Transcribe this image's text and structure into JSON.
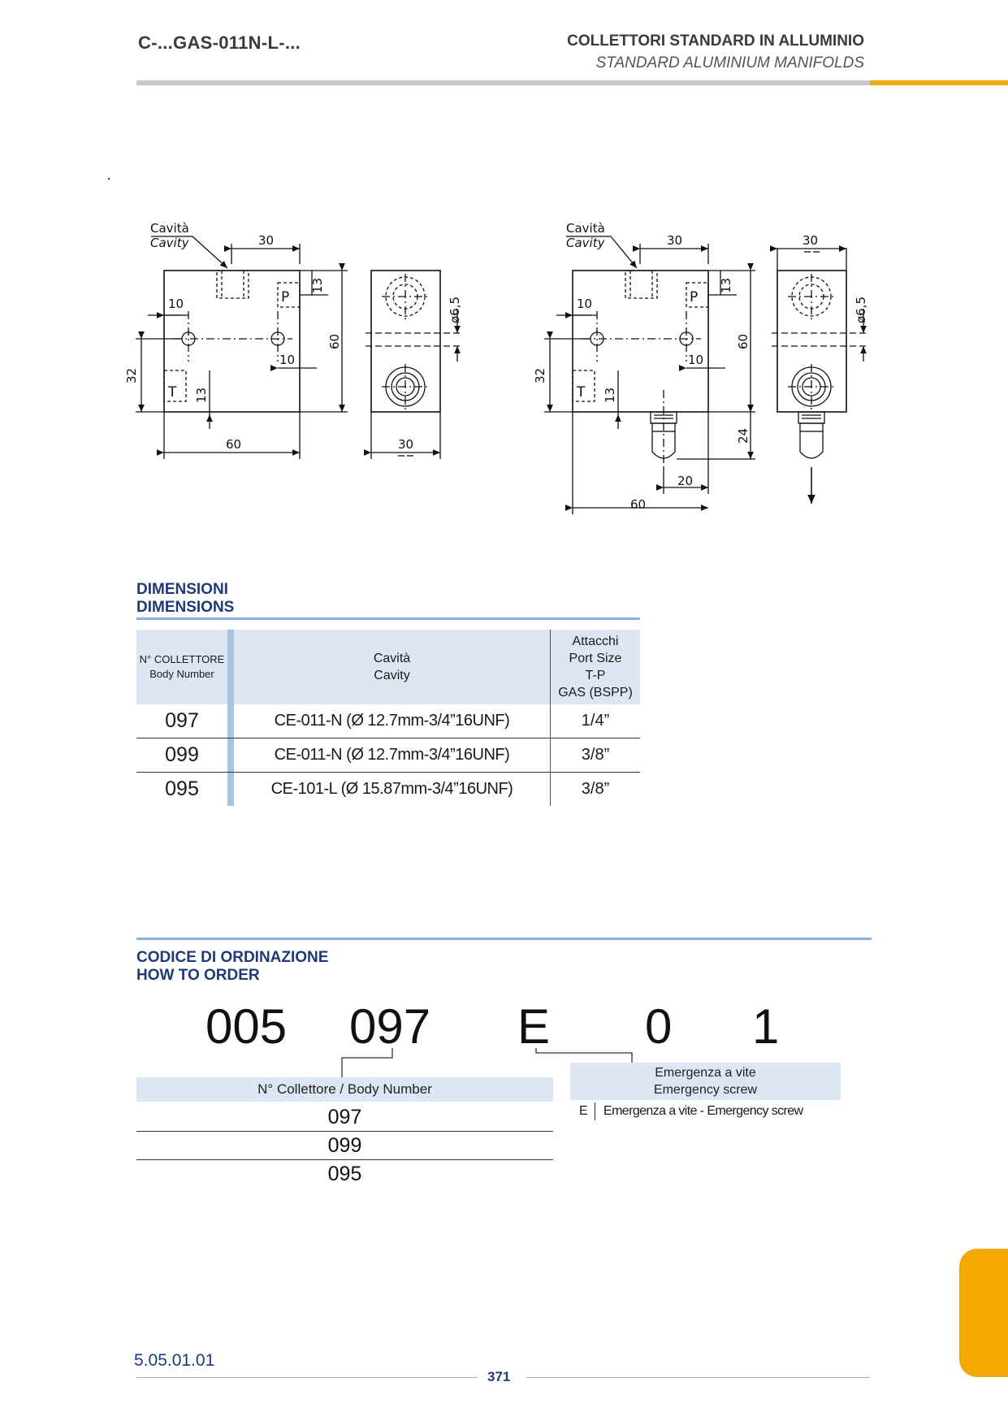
{
  "header": {
    "code": "C-...GAS-011N-L-...",
    "title_it": "COLLETTORI STANDARD IN ALLUMINIO",
    "title_en": "STANDARD ALUMINIUM MANIFOLDS"
  },
  "drawing": {
    "cavity_it": "Cavità",
    "cavity_en": "Cavity",
    "port_p": "P",
    "port_t": "T",
    "dims": {
      "d30": "30",
      "d13": "13",
      "d10": "10",
      "d60": "60",
      "d32": "32",
      "d65": "ø6,5",
      "d24": "24",
      "d20": "20"
    }
  },
  "dimensions": {
    "title_it": "DIMENSIONI",
    "title_en": "DIMENSIONS",
    "col1": {
      "it": "N° COLLETTORE",
      "en": "Body Number"
    },
    "col2": {
      "it": "Cavità",
      "en": "Cavity"
    },
    "col3": {
      "l1": "Attacchi",
      "l2": "Port Size",
      "l3": "T-P",
      "l4": "GAS (BSPP)"
    },
    "rows": [
      {
        "num": "097",
        "cavity": "CE-011-N (Ø 12.7mm-3/4”16UNF)",
        "port": "1/4”"
      },
      {
        "num": "099",
        "cavity": "CE-011-N (Ø 12.7mm-3/4”16UNF)",
        "port": "3/8”"
      },
      {
        "num": "095",
        "cavity": "CE-101-L (Ø 15.87mm-3/4”16UNF)",
        "port": "3/8”"
      }
    ]
  },
  "order": {
    "title_it": "CODICE DI ORDINAZIONE",
    "title_en": "HOW TO ORDER",
    "code_parts": [
      "005",
      "097",
      "E",
      "0",
      "1"
    ],
    "body_header": "N° Collettore / Body Number",
    "body_rows": [
      "097",
      "099",
      "095"
    ],
    "emerg_header_it": "Emergenza a vite",
    "emerg_header_en": "Emergency screw",
    "emerg_code": "E",
    "emerg_desc": "Emergenza a vite - Emergency screw"
  },
  "footer": {
    "code": "5.05.01.01",
    "page": "371"
  },
  "colors": {
    "accent_orange": "#f5a800",
    "title_blue": "#1f3a78",
    "table_header_bg": "#dde6f3"
  }
}
